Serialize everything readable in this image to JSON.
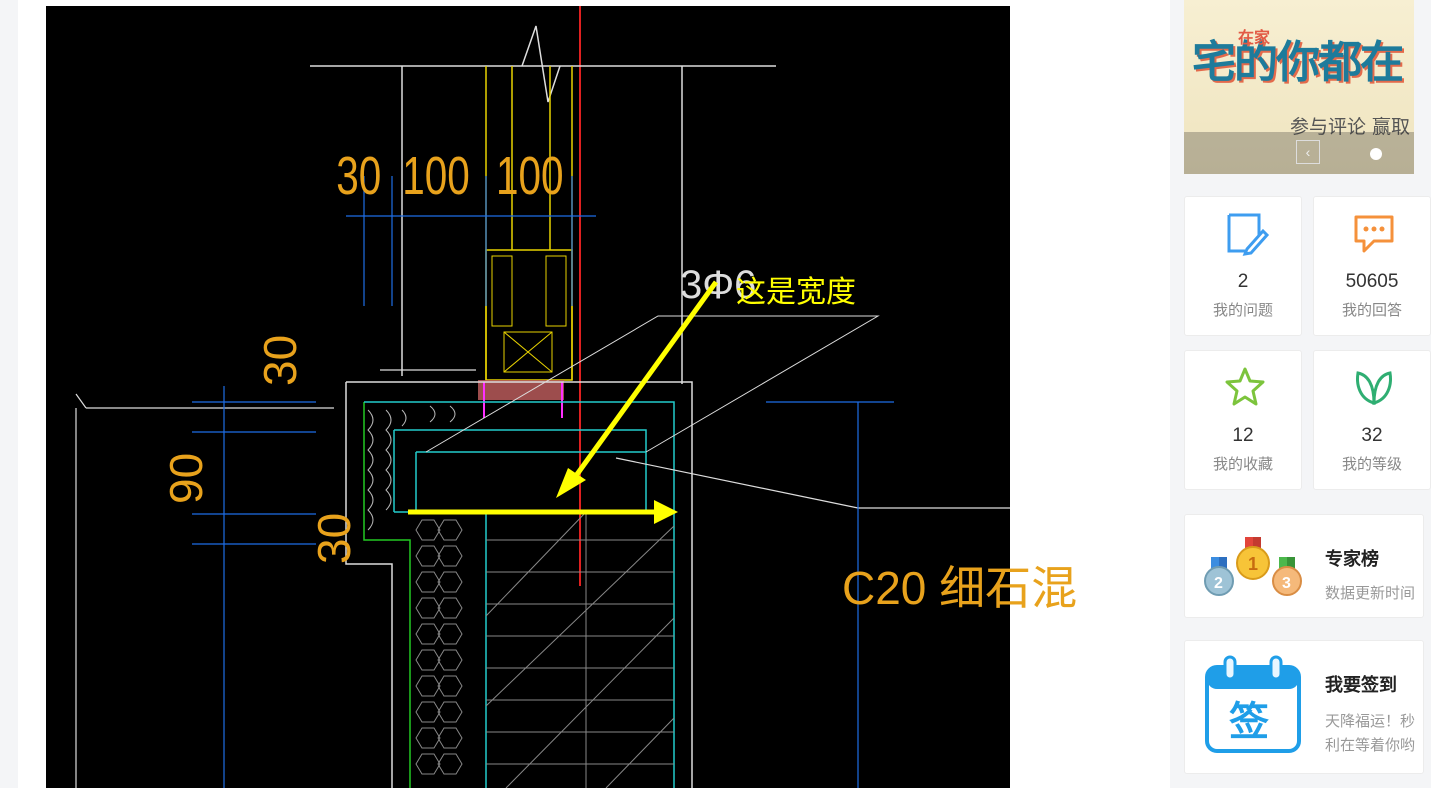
{
  "cad": {
    "dims_top": [
      "30",
      "100",
      "100"
    ],
    "dims_left": [
      "30",
      "90",
      "30"
    ],
    "annotation": "这是宽度",
    "material_label": "C20 细石混",
    "cut_text": "3Φ6"
  },
  "banner": {
    "small_text": "在家",
    "title_text": "宅的你都在",
    "subtitle": "参与评论 赢取"
  },
  "stats": [
    {
      "number": "2",
      "label": "我的问题",
      "icon": "edit-note-icon",
      "color": "#3e9df0"
    },
    {
      "number": "50605",
      "label": "我的回答",
      "icon": "chat-bubble-icon",
      "color": "#f5913b"
    },
    {
      "number": "12",
      "label": "我的收藏",
      "icon": "star-icon",
      "color": "#7cc43c"
    },
    {
      "number": "32",
      "label": "我的等级",
      "icon": "leaf-icon",
      "color": "#2fae72"
    }
  ],
  "experts": {
    "title": "专家榜",
    "desc": "数据更新时间"
  },
  "signin": {
    "title": "我要签到",
    "desc_line1": "天降福运！秒",
    "desc_line2": "利在等着你哟",
    "badge_text": "签"
  }
}
